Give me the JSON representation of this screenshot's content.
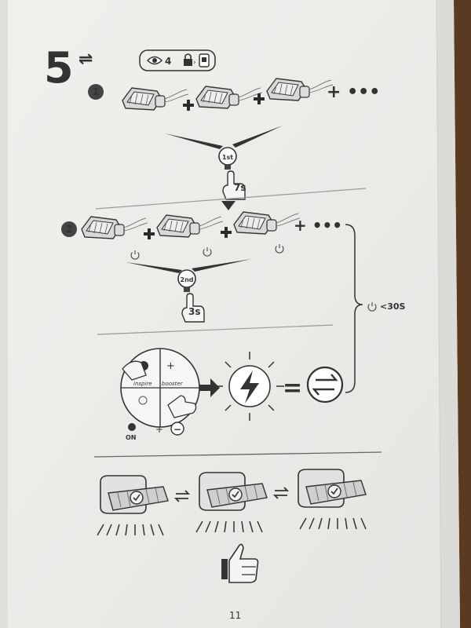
{
  "step": {
    "number": "5",
    "symbol": "⇌",
    "icon_badge_count": "4"
  },
  "stage1": {
    "marker": "1",
    "more": "+ •••",
    "press_label": "1st",
    "press_time": "7s"
  },
  "stage2": {
    "marker": "2",
    "more": "+ •••",
    "press_label": "2nd",
    "press_time": "3s",
    "time_limit": "<30S"
  },
  "pairing": {
    "left_label": "inspire",
    "right_label": "booster",
    "plus": "+",
    "minus": "−",
    "on_label": "ON",
    "equals": "="
  },
  "page_number": "11",
  "icons": [
    "eye-icon",
    "lock-icon",
    "light-unit-icon",
    "power-icon",
    "finger-press-icon",
    "sun-bolt-icon",
    "sync-arrows-icon",
    "thumbs-up-icon"
  ]
}
